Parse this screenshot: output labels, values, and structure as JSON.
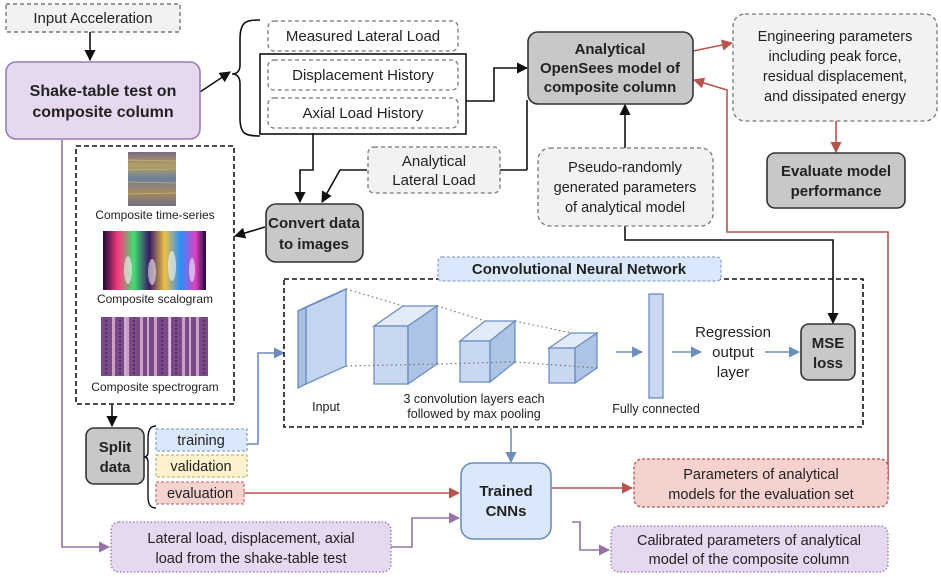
{
  "nodes": {
    "input_acceleration": "Input Acceleration",
    "shake_table": [
      "Shake-table test on",
      "composite column"
    ],
    "measured_lateral_load": "Measured Lateral Load",
    "displacement_history": "Displacement History",
    "axial_load_history": "Axial Load History",
    "analytical_lateral_load": [
      "Analytical",
      "Lateral Load"
    ],
    "opensees_model": [
      "Analytical",
      "OpenSees model of",
      "composite column"
    ],
    "engineering_parameters": [
      "Engineering parameters",
      "including peak force,",
      "residual displacement,",
      "and dissipated energy"
    ],
    "evaluate_model": [
      "Evaluate model",
      "performance"
    ],
    "pseudo_random": [
      "Pseudo-randomly",
      "generated parameters",
      "of analytical model"
    ],
    "convert_data": [
      "Convert data",
      "to images"
    ],
    "composite_time_series": "Composite time-series",
    "composite_scalogram": "Composite scalogram",
    "composite_spectrogram": "Composite spectrogram",
    "cnn_title": "Convolutional Neural Network",
    "cnn_input": "Input",
    "conv_layers": [
      "3 convolution layers each",
      "followed by max pooling"
    ],
    "fully_connected": "Fully connected",
    "regression_output": [
      "Regression",
      "output",
      "layer"
    ],
    "mse_loss": [
      "MSE",
      "loss"
    ],
    "split_data": [
      "Split",
      "data"
    ],
    "training": "training",
    "validation": "validation",
    "evaluation": "evaluation",
    "trained_cnns": [
      "Trained",
      "CNNs"
    ],
    "eval_parameters": [
      "Parameters of analytical",
      "models for the evaluation set"
    ],
    "lateral_load_record": [
      "Lateral load, displacement, axial",
      "load from the shake-table test"
    ],
    "calibrated_parameters": [
      "Calibrated parameters of analytical",
      "model of the composite column"
    ]
  },
  "colors": {
    "purple_fill": "#e6d8ef",
    "purple_stroke": "#9b7cb8",
    "gray_fill": "#c8c8c8",
    "light_gray_fill": "#f2f2f2",
    "red_fill": "#f6d2cf",
    "red_arrow": "#b85450",
    "blue_fill": "#dae8fc",
    "blue_arrow": "#6c8ebf",
    "yellow_fill": "#fff2cc",
    "purple_arrow": "#9673a6"
  }
}
